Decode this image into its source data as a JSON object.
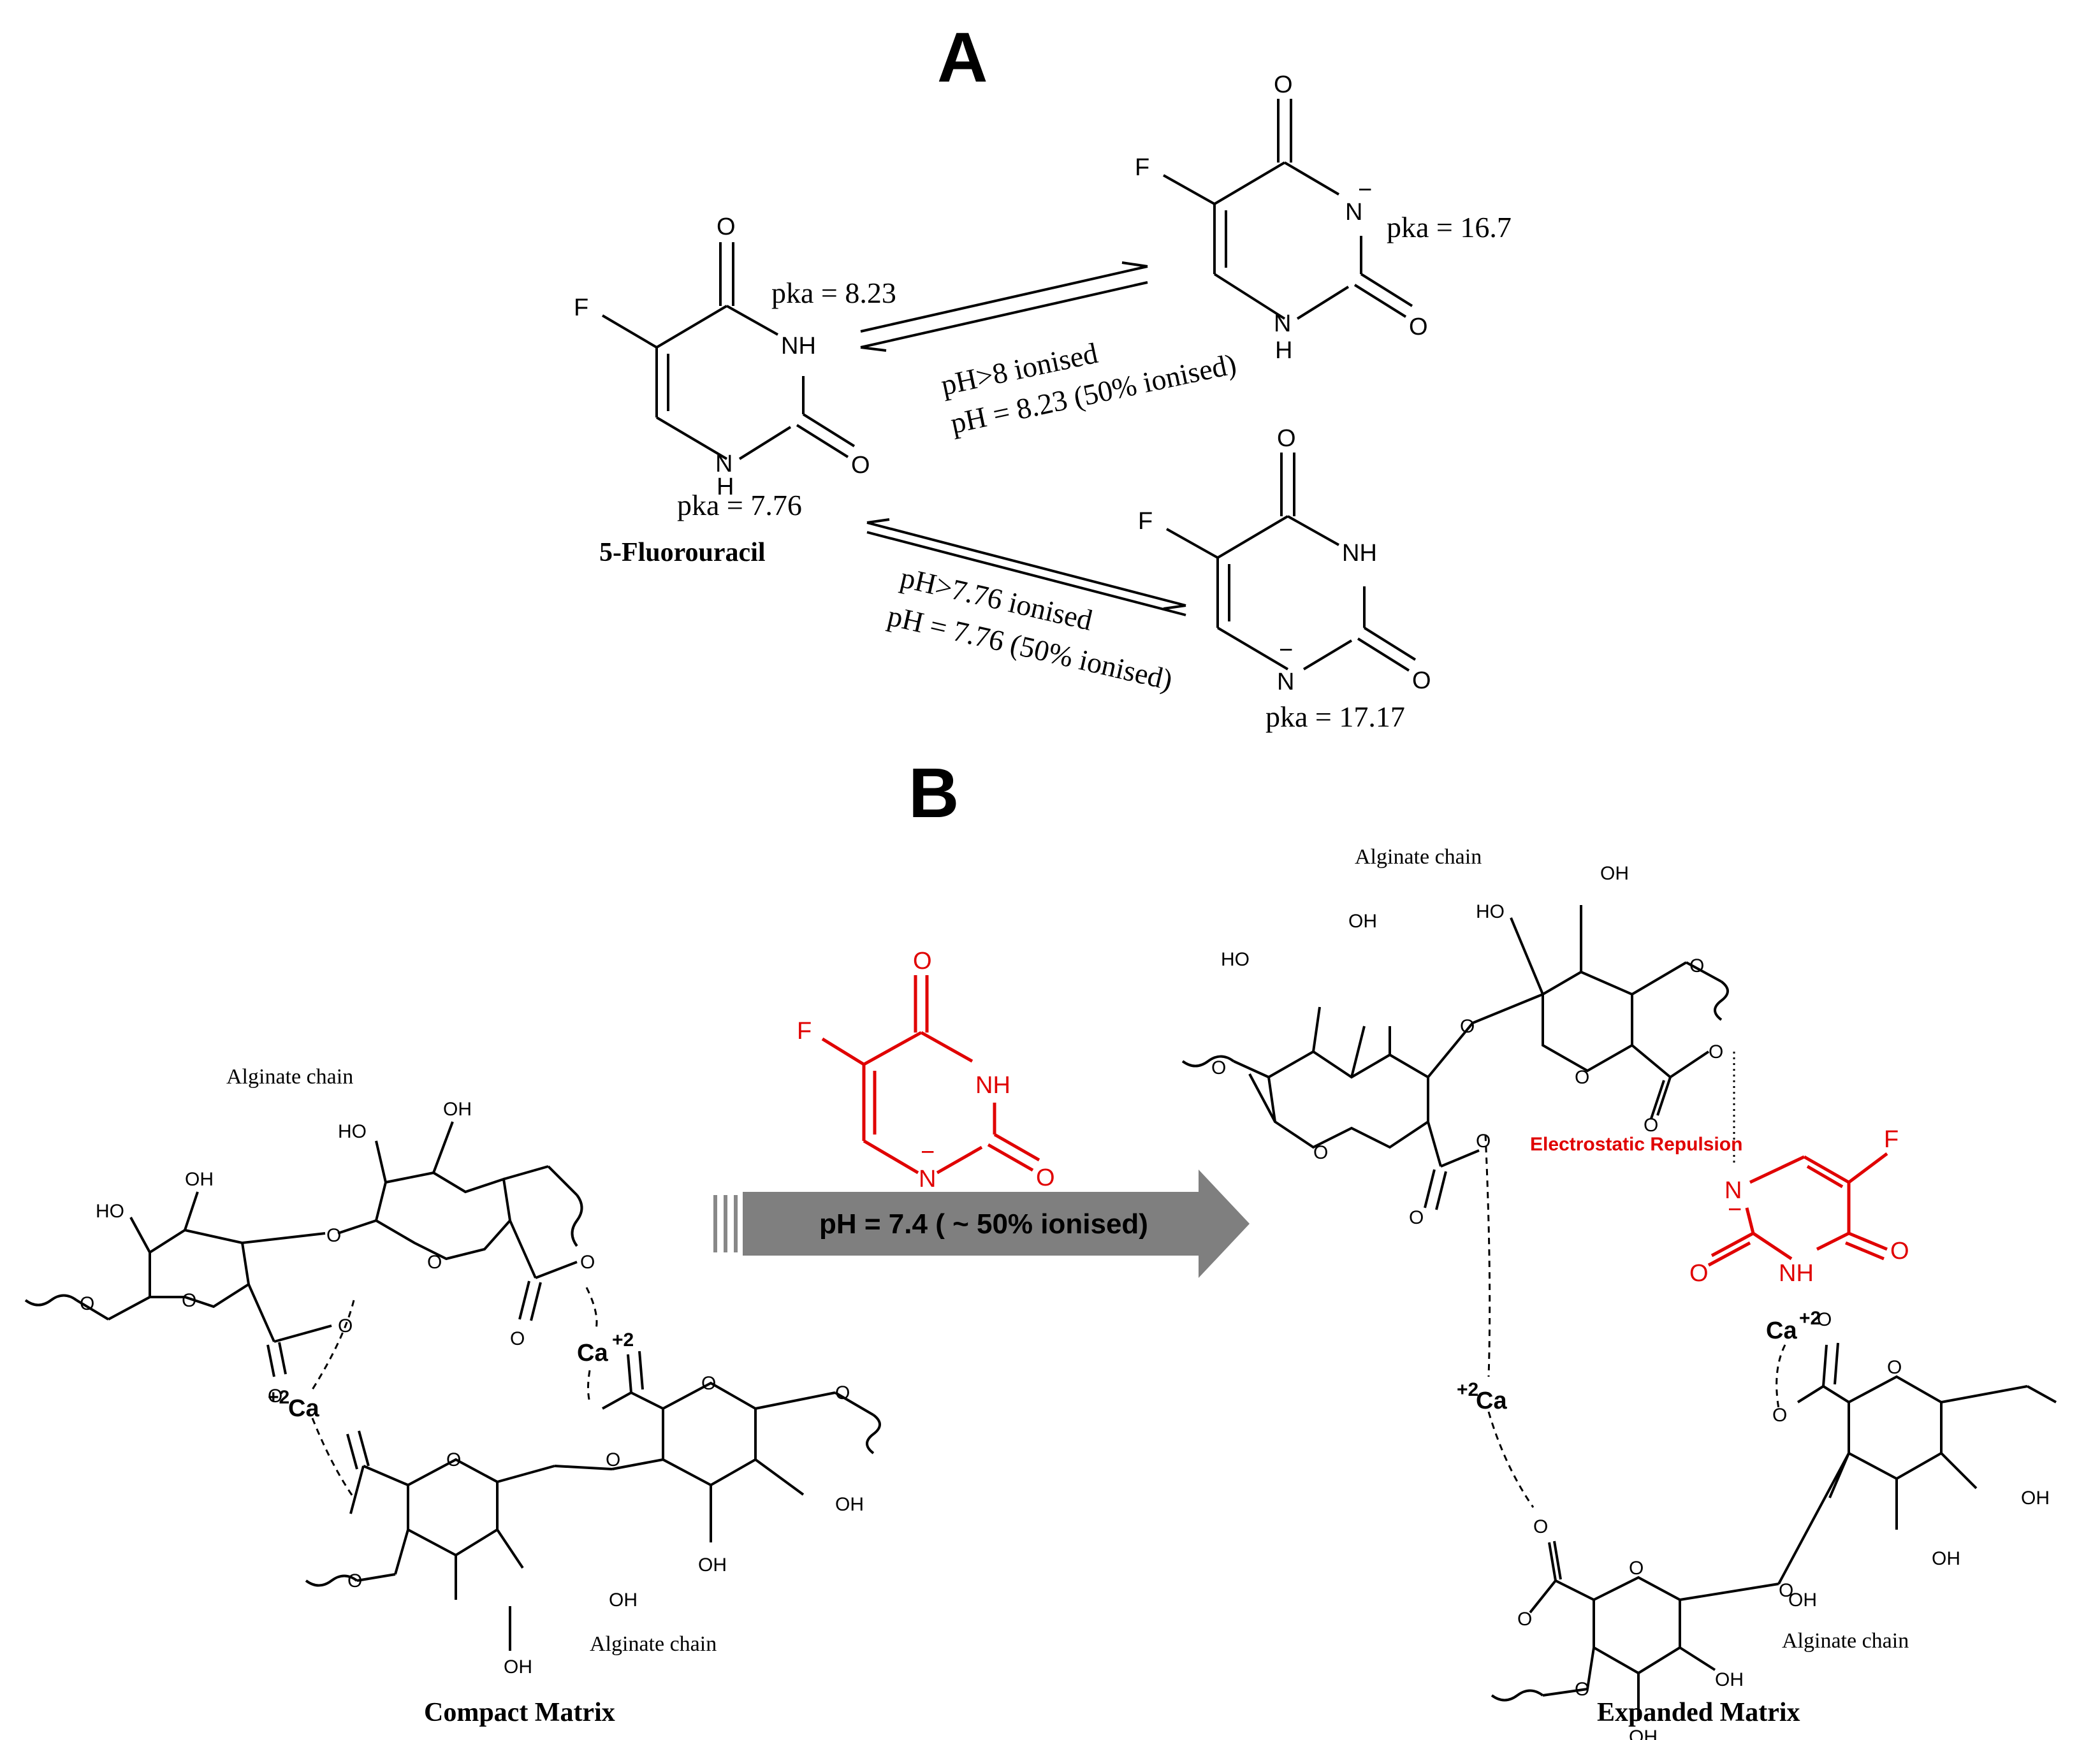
{
  "panel_a": {
    "label": "A",
    "compound_name": "5-Fluorouracil",
    "pka_n3": "pka = 8.23",
    "pka_n1": "pka = 7.76",
    "pka_anion_n3": "pka = 16.7",
    "pka_anion_n1": "pka = 17.17",
    "eq_upper_line1": "pH>8 ionised",
    "eq_upper_line2": "pH = 8.23 (50% ionised)",
    "eq_lower_line1": "pH>7.76 ionised",
    "eq_lower_line2": "pH = 7.76 (50% ionised)"
  },
  "panel_b": {
    "label": "B",
    "arrow_label": "pH = 7.4 ( ~ 50% ionised)",
    "alginate_chain": "Alginate chain",
    "compact_matrix": "Compact Matrix",
    "expanded_matrix": "Expanded Matrix",
    "electrostatic_repulsion": "Electrostatic Repulsion",
    "ca_right": "Ca",
    "ca_left": "Ca",
    "ca_charge": "+2"
  },
  "atoms": {
    "O": "O",
    "F": "F",
    "NH": "NH",
    "N": "N",
    "H": "H",
    "OH": "OH",
    "HO": "HO",
    "minus": "−"
  },
  "colors": {
    "accent_red": "#e00000",
    "arrow_gray": "#7f7f7f"
  }
}
